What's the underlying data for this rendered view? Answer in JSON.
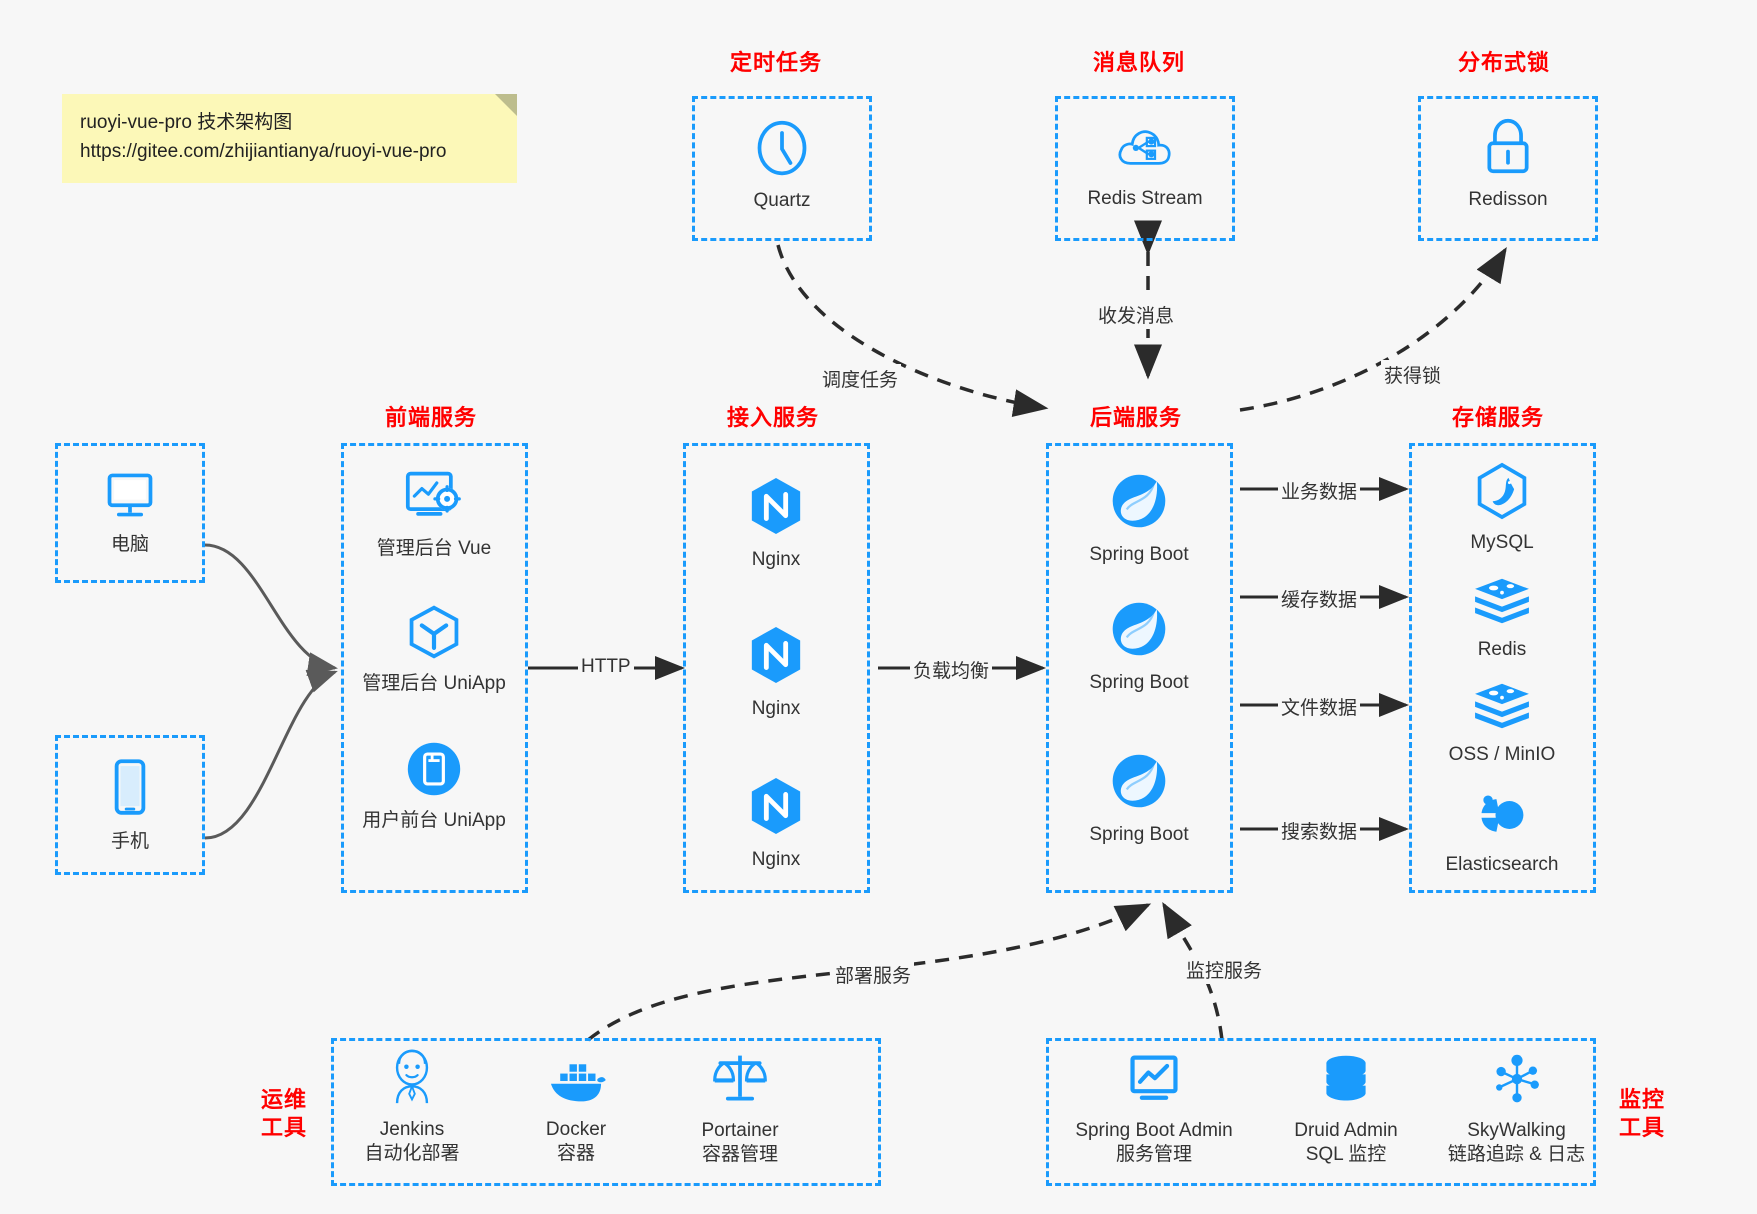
{
  "note": {
    "line1": "ruoyi-vue-pro 技术架构图",
    "line2": "https://gitee.com/zhijiantianya/ruoyi-vue-pro"
  },
  "groups": {
    "scheduled_task": "定时任务",
    "message_queue": "消息队列",
    "distributed_lock": "分布式锁",
    "frontend_service": "前端服务",
    "gateway_service": "接入服务",
    "backend_service": "后端服务",
    "storage_service": "存储服务",
    "devops_tools_line1": "运维",
    "devops_tools_line2": "工具",
    "monitor_tools_line1": "监控",
    "monitor_tools_line2": "工具"
  },
  "nodes": {
    "quartz": {
      "label": "Quartz",
      "icon": "clock-icon"
    },
    "redis_stream": {
      "label": "Redis Stream",
      "icon": "cloud-stream-icon"
    },
    "redisson": {
      "label": "Redisson",
      "icon": "lock-icon"
    },
    "computer": {
      "label": "电脑",
      "icon": "desktop-icon"
    },
    "phone": {
      "label": "手机",
      "icon": "mobile-icon"
    },
    "admin_vue": {
      "label": "管理后台 Vue",
      "icon": "dashboard-gear-icon"
    },
    "admin_uniapp": {
      "label": "管理后台 UniApp",
      "icon": "cube-icon"
    },
    "user_uniapp": {
      "label": "用户前台 UniApp",
      "icon": "app-card-icon"
    },
    "nginx1": {
      "label": "Nginx",
      "icon": "nginx-icon"
    },
    "nginx2": {
      "label": "Nginx",
      "icon": "nginx-icon"
    },
    "nginx3": {
      "label": "Nginx",
      "icon": "nginx-icon"
    },
    "springboot1": {
      "label": "Spring Boot",
      "icon": "spring-leaf-icon"
    },
    "springboot2": {
      "label": "Spring Boot",
      "icon": "spring-leaf-icon"
    },
    "springboot3": {
      "label": "Spring Boot",
      "icon": "spring-leaf-icon"
    },
    "mysql": {
      "label": "MySQL",
      "icon": "mysql-dolphin-icon"
    },
    "redis": {
      "label": "Redis",
      "icon": "redis-stack-icon"
    },
    "oss_minio": {
      "label": "OSS / MinIO",
      "icon": "redis-stack-icon"
    },
    "elasticsearch": {
      "label": "Elasticsearch",
      "icon": "elasticsearch-icon"
    },
    "jenkins": {
      "label": "Jenkins",
      "sub": "自动化部署",
      "icon": "jenkins-butler-icon"
    },
    "docker": {
      "label": "Docker",
      "sub": "容器",
      "icon": "docker-whale-icon"
    },
    "portainer": {
      "label": "Portainer",
      "sub": "容器管理",
      "icon": "scales-icon"
    },
    "spring_boot_admin": {
      "label": "Spring Boot Admin",
      "sub": "服务管理",
      "icon": "monitor-chart-icon"
    },
    "druid_admin": {
      "label": "Druid Admin",
      "sub": "SQL 监控",
      "icon": "database-icon"
    },
    "skywalking": {
      "label": "SkyWalking",
      "sub": "链路追踪 & 日志",
      "icon": "skywalking-node-icon"
    }
  },
  "edges": {
    "schedule_task": "调度任务",
    "send_receive_message": "收发消息",
    "acquire_lock": "获得锁",
    "http": "HTTP",
    "load_balance": "负载均衡",
    "business_data": "业务数据",
    "cache_data": "缓存数据",
    "file_data": "文件数据",
    "search_data": "搜索数据",
    "deploy_service": "部署服务",
    "monitor_service": "监控服务"
  },
  "colors": {
    "accent": "#1a9bfc",
    "group_label": "#ff0000",
    "edge": "#333333",
    "note_bg": "#fcf8b8",
    "background": "#f7f7f7"
  }
}
